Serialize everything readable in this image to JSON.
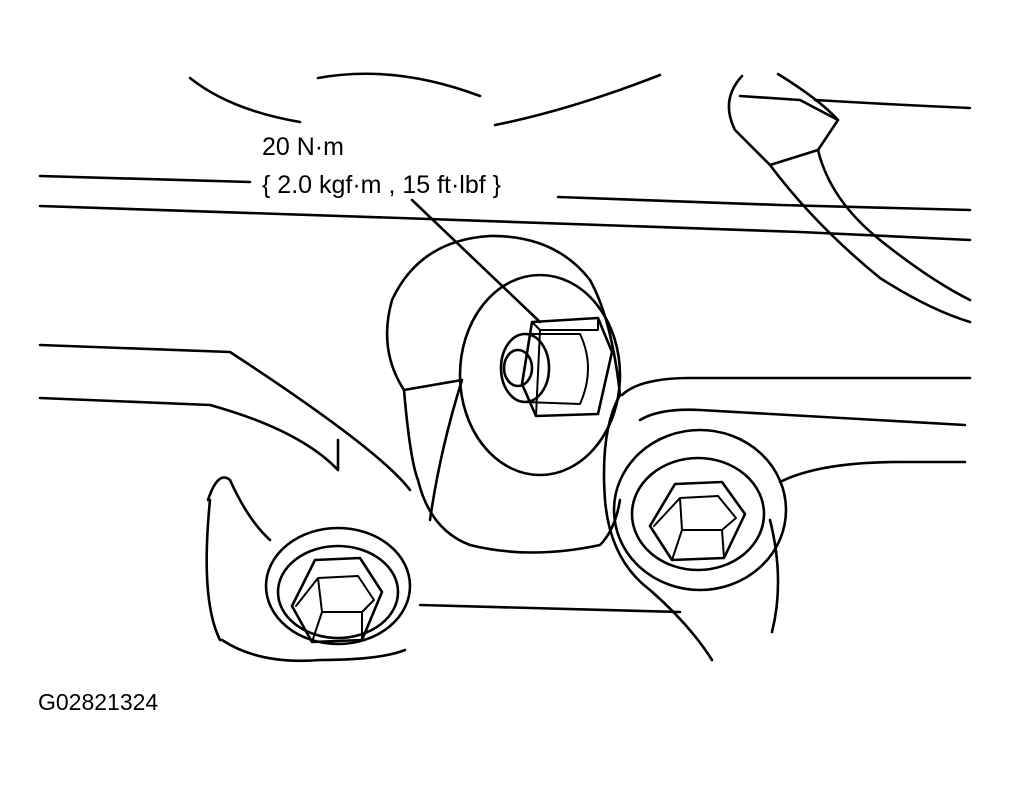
{
  "torque_callout": {
    "value": "20 N·m",
    "conversions": "{ 2.0 kgf·m , 15 ft·lbf }"
  },
  "figure_id": "G02821324",
  "colors": {
    "line": "#000000",
    "background": "#ffffff"
  },
  "icons": [
    "hex-bolt-icon",
    "hex-nut-icon",
    "stud-icon"
  ]
}
